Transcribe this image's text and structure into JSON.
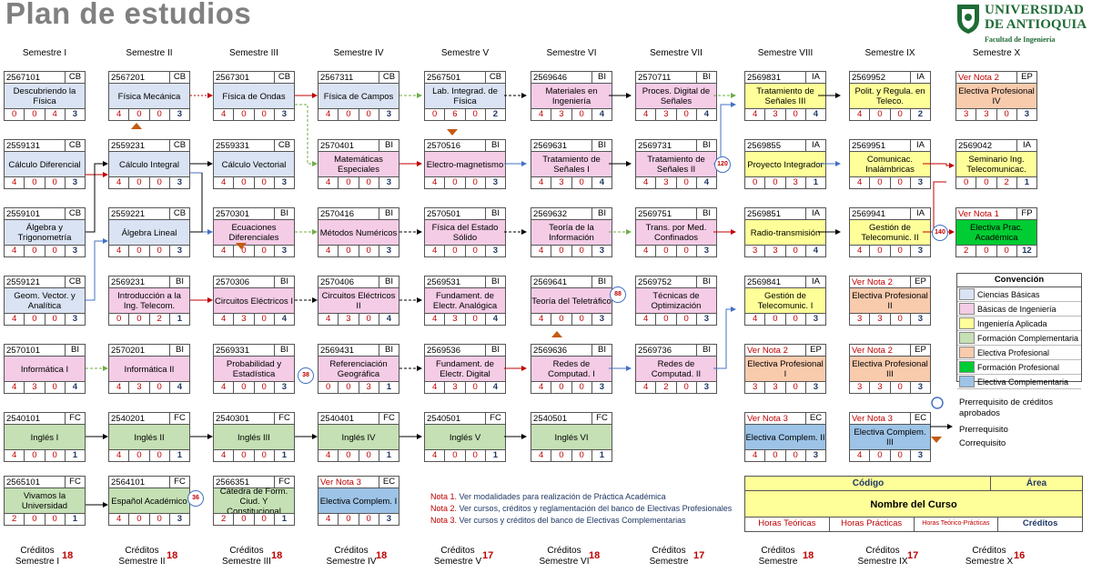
{
  "title": "Plan de estudios",
  "logo": {
    "line1": "UNIVERSIDAD",
    "line2": "DE ANTIOQUIA",
    "line3": "Facultad de Ingeniería"
  },
  "semesters": [
    "Semestre I",
    "Semestre II",
    "Semestre III",
    "Semestre IV",
    "Semestre V",
    "Semestre VI",
    "Semestre VII",
    "Semestre VIII",
    "Semestre IX",
    "Semestre X"
  ],
  "colors": {
    "CB": "#dae3f3",
    "BI": "#f4cce6",
    "IA": "#ffff99",
    "FC": "#c5e0b4",
    "EP": "#f8cbad",
    "FP": "#00cc33",
    "EC": "#9dc3e6",
    "requisite_arrow": "#4472c4",
    "corequisite_arrow": "#c55a11"
  },
  "columns": [
    [
      {
        "code": "2567101",
        "area": "CB",
        "name": "Descubriendo la Física",
        "hours": [
          "0",
          "0",
          "4",
          "3"
        ]
      },
      {
        "code": "2559131",
        "area": "CB",
        "name": "Cálculo Diferencial",
        "hours": [
          "4",
          "0",
          "0",
          "3"
        ]
      },
      {
        "code": "2559101",
        "area": "CB",
        "name": "Álgebra y Trigonometría",
        "hours": [
          "4",
          "0",
          "0",
          "3"
        ]
      },
      {
        "code": "2559121",
        "area": "CB",
        "name": "Geom. Vector. y Analítica",
        "hours": [
          "4",
          "0",
          "0",
          "3"
        ]
      },
      {
        "code": "2570101",
        "area": "BI",
        "name": "Informática I",
        "hours": [
          "4",
          "3",
          "0",
          "4"
        ]
      },
      {
        "code": "2540101",
        "area": "FC",
        "name": "Inglés I",
        "hours": [
          "4",
          "0",
          "0",
          "1"
        ]
      },
      {
        "code": "2565101",
        "area": "FC",
        "name": "Vivamos la Universidad",
        "hours": [
          "2",
          "0",
          "0",
          "1"
        ]
      }
    ],
    [
      {
        "code": "2567201",
        "area": "CB",
        "name": "Física Mecánica",
        "hours": [
          "4",
          "0",
          "0",
          "3"
        ]
      },
      {
        "code": "2559231",
        "area": "CB",
        "name": "Cálculo Integral",
        "hours": [
          "4",
          "0",
          "0",
          "3"
        ]
      },
      {
        "code": "2559221",
        "area": "CB",
        "name": "Álgebra Lineal",
        "hours": [
          "4",
          "0",
          "0",
          "3"
        ]
      },
      {
        "code": "2569231",
        "area": "BI",
        "name": "Introducción a la Ing. Telecom.",
        "hours": [
          "0",
          "0",
          "2",
          "1"
        ]
      },
      {
        "code": "2570201",
        "area": "BI",
        "name": "Informática II",
        "hours": [
          "4",
          "3",
          "0",
          "4"
        ]
      },
      {
        "code": "2540201",
        "area": "FC",
        "name": "Inglés II",
        "hours": [
          "4",
          "0",
          "0",
          "1"
        ]
      },
      {
        "code": "2564101",
        "area": "FC",
        "name": "Español Académico",
        "hours": [
          "4",
          "0",
          "0",
          "3"
        ]
      }
    ],
    [
      {
        "code": "2567301",
        "area": "CB",
        "name": "Física de Ondas",
        "hours": [
          "4",
          "0",
          "0",
          "3"
        ]
      },
      {
        "code": "2559331",
        "area": "CB",
        "name": "Cálculo Vectorial",
        "hours": [
          "4",
          "0",
          "0",
          "3"
        ]
      },
      {
        "code": "2570301",
        "area": "BI",
        "name": "Ecuaciones Diferenciales",
        "hours": [
          "4",
          "0",
          "0",
          "3"
        ]
      },
      {
        "code": "2570306",
        "area": "BI",
        "name": "Circuitos Eléctricos I",
        "hours": [
          "4",
          "3",
          "0",
          "4"
        ]
      },
      {
        "code": "2569331",
        "area": "BI",
        "name": "Probabilidad y Estadística",
        "hours": [
          "4",
          "0",
          "0",
          "3"
        ]
      },
      {
        "code": "2540301",
        "area": "FC",
        "name": "Inglés III",
        "hours": [
          "4",
          "0",
          "0",
          "1"
        ]
      },
      {
        "code": "2566351",
        "area": "FC",
        "name": "Cátedra de Form. Ciud. Y Constitucional",
        "hours": [
          "2",
          "0",
          "0",
          "1"
        ]
      }
    ],
    [
      {
        "code": "2567311",
        "area": "CB",
        "name": "Física de Campos",
        "hours": [
          "4",
          "0",
          "0",
          "3"
        ]
      },
      {
        "code": "2570401",
        "area": "BI",
        "name": "Matemáticas Especiales",
        "hours": [
          "4",
          "0",
          "0",
          "3"
        ]
      },
      {
        "code": "2570416",
        "area": "BI",
        "name": "Métodos Numéricos",
        "hours": [
          "4",
          "0",
          "0",
          "3"
        ]
      },
      {
        "code": "2570406",
        "area": "BI",
        "name": "Circuitos Eléctricos II",
        "hours": [
          "4",
          "3",
          "0",
          "4"
        ]
      },
      {
        "code": "2569431",
        "area": "BI",
        "name": "Referenciación Geográfica",
        "hours": [
          "0",
          "0",
          "3",
          "1"
        ]
      },
      {
        "code": "2540401",
        "area": "FC",
        "name": "Inglés IV",
        "hours": [
          "4",
          "0",
          "0",
          "1"
        ]
      },
      {
        "code": "Ver Nota 3",
        "area": "EC",
        "name": "Electiva Complem. I",
        "hours": [
          "4",
          "0",
          "0",
          "3"
        ]
      }
    ],
    [
      {
        "code": "2567501",
        "area": "CB",
        "name": "Lab. Integrad. de Física",
        "hours": [
          "0",
          "6",
          "0",
          "2"
        ]
      },
      {
        "code": "2570516",
        "area": "BI",
        "name": "Electro-magnetismo",
        "hours": [
          "4",
          "0",
          "0",
          "3"
        ]
      },
      {
        "code": "2570501",
        "area": "BI",
        "name": "Física del Estado Sólido",
        "hours": [
          "4",
          "0",
          "0",
          "3"
        ]
      },
      {
        "code": "2569531",
        "area": "BI",
        "name": "Fundament. de Electr. Analógica",
        "hours": [
          "4",
          "3",
          "0",
          "4"
        ]
      },
      {
        "code": "2569536",
        "area": "BI",
        "name": "Fundament. de Electr. Digital",
        "hours": [
          "4",
          "3",
          "0",
          "4"
        ]
      },
      {
        "code": "2540501",
        "area": "FC",
        "name": "Inglés V",
        "hours": [
          "4",
          "0",
          "0",
          "1"
        ]
      }
    ],
    [
      {
        "code": "2569646",
        "area": "BI",
        "name": "Materiales en Ingeniería",
        "hours": [
          "4",
          "3",
          "0",
          "4"
        ]
      },
      {
        "code": "2569631",
        "area": "BI",
        "name": "Tratamiento de Señales I",
        "hours": [
          "4",
          "3",
          "0",
          "4"
        ]
      },
      {
        "code": "2569632",
        "area": "BI",
        "name": "Teoría de la Información",
        "hours": [
          "4",
          "0",
          "0",
          "3"
        ]
      },
      {
        "code": "2569641",
        "area": "BI",
        "name": "Teoría del Teletráfico",
        "hours": [
          "4",
          "0",
          "0",
          "3"
        ]
      },
      {
        "code": "2569636",
        "area": "BI",
        "name": "Redes de Computad. I",
        "hours": [
          "4",
          "0",
          "0",
          "3"
        ]
      },
      {
        "code": "2540501",
        "area": "FC",
        "name": "Inglés VI",
        "hours": [
          "4",
          "0",
          "0",
          "1"
        ]
      }
    ],
    [
      {
        "code": "2570711",
        "area": "BI",
        "name": "Proces. Digital de Señales",
        "hours": [
          "4",
          "3",
          "0",
          "4"
        ]
      },
      {
        "code": "2569731",
        "area": "BI",
        "name": "Tratamiento de Señales II",
        "hours": [
          "4",
          "3",
          "0",
          "4"
        ]
      },
      {
        "code": "2569751",
        "area": "BI",
        "name": "Trans. por Med. Confinados",
        "hours": [
          "4",
          "0",
          "0",
          "3"
        ]
      },
      {
        "code": "2569752",
        "area": "BI",
        "name": "Técnicas de Optimización",
        "hours": [
          "4",
          "0",
          "0",
          "3"
        ]
      },
      {
        "code": "2569736",
        "area": "BI",
        "name": "Redes de Computad. II",
        "hours": [
          "4",
          "2",
          "0",
          "3"
        ]
      }
    ],
    [
      {
        "code": "2569831",
        "area": "IA",
        "name": "Tratamiento de Señales III",
        "hours": [
          "4",
          "3",
          "0",
          "4"
        ]
      },
      {
        "code": "2569855",
        "area": "IA",
        "name": "Proyecto Integrador",
        "hours": [
          "0",
          "0",
          "3",
          "1"
        ]
      },
      {
        "code": "2569851",
        "area": "IA",
        "name": "Radio-transmisión",
        "hours": [
          "3",
          "3",
          "0",
          "4"
        ]
      },
      {
        "code": "2569841",
        "area": "IA",
        "name": "Gestión de Telecomunic. I",
        "hours": [
          "4",
          "0",
          "0",
          "3"
        ]
      },
      {
        "code": "Ver Nota 2",
        "area": "EP",
        "name": "Electiva Profesional I",
        "hours": [
          "3",
          "3",
          "0",
          "3"
        ]
      },
      {
        "code": "Ver Nota 3",
        "area": "EC",
        "name": "Electiva Complem. II",
        "hours": [
          "4",
          "0",
          "0",
          "3"
        ]
      }
    ],
    [
      {
        "code": "2569952",
        "area": "IA",
        "name": "Polit. y Regula. en Teleco.",
        "hours": [
          "4",
          "0",
          "0",
          "2"
        ]
      },
      {
        "code": "2569951",
        "area": "IA",
        "name": "Comunicac. Inalámbricas",
        "hours": [
          "4",
          "0",
          "0",
          "3"
        ]
      },
      {
        "code": "2569941",
        "area": "IA",
        "name": "Gestión de Telecomunic. II",
        "hours": [
          "4",
          "0",
          "0",
          "3"
        ]
      },
      {
        "code": "Ver Nota 2",
        "area": "EP",
        "name": "Electiva Profesional II",
        "hours": [
          "3",
          "3",
          "0",
          "3"
        ]
      },
      {
        "code": "Ver Nota 2",
        "area": "EP",
        "name": "Electiva Profesional III",
        "hours": [
          "3",
          "3",
          "0",
          "3"
        ]
      },
      {
        "code": "Ver Nota 3",
        "area": "EC",
        "name": "Electiva Complem. III",
        "hours": [
          "4",
          "0",
          "0",
          "3"
        ]
      }
    ],
    [
      {
        "code": "Ver Nota 2",
        "area": "EP",
        "name": "Electiva Profesional IV",
        "hours": [
          "3",
          "3",
          "0",
          "3"
        ]
      },
      {
        "code": "2569042",
        "area": "IA",
        "name": "Seminario Ing. Telecomunicac.",
        "hours": [
          "0",
          "0",
          "2",
          "1"
        ]
      },
      {
        "code": "Ver Nota 1",
        "area": "FP",
        "name": "Electiva Prac. Académica",
        "hours": [
          "2",
          "0",
          "0",
          "12"
        ]
      }
    ]
  ],
  "notes": [
    {
      "label": "Nota 1",
      "text": "Ver modalidades para realización de Práctica Académica"
    },
    {
      "label": "Nota 2",
      "text": "Ver cursos, créditos y reglamentación del banco de Electivas Profesionales"
    },
    {
      "label": "Nota 3",
      "text": "Ver cursos y créditos del banco de Electivas Complementarias"
    }
  ],
  "credits_label": "Créditos",
  "credits": [
    {
      "sem": "Semestre I",
      "value": "18"
    },
    {
      "sem": "Semestre II",
      "value": "18"
    },
    {
      "sem": "Semestre III",
      "value": "18"
    },
    {
      "sem": "Semestre IV",
      "value": "18"
    },
    {
      "sem": "Semestre V",
      "value": "17"
    },
    {
      "sem": "Semestre VI",
      "value": "18"
    },
    {
      "sem": "Semestre",
      "value": "17"
    },
    {
      "sem": "Semestre",
      "value": "18"
    },
    {
      "sem": "Semestre IX",
      "value": "17"
    },
    {
      "sem": "Semestre X",
      "value": "16"
    }
  ],
  "legend": {
    "title": "Convención",
    "items": [
      {
        "label": "Ciencias Básicas",
        "color": "#dae3f3"
      },
      {
        "label": "Básicas de Ingeniería",
        "color": "#f4cce6"
      },
      {
        "label": "Ingeniería Aplicada",
        "color": "#ffff99"
      },
      {
        "label": "Formación Complementaria",
        "color": "#c5e0b4"
      },
      {
        "label": "Electiva Profesional",
        "color": "#f8cbad"
      },
      {
        "label": "Formación Profesional",
        "color": "#00cc33"
      },
      {
        "label": "Electiva Complementaria",
        "color": "#9dc3e6"
      }
    ],
    "prereq_credits": "Prerrequisito de créditos aprobados",
    "prereq": "Prerrequisito",
    "coreq": "Correquisito"
  },
  "key": {
    "code": "Código",
    "area": "Área",
    "name": "Nombre del Curso",
    "ht": "Horas Teóricas",
    "hp": "Horas Prácticas",
    "htp": "Horas Teórico-Prácticas",
    "cr": "Créditos"
  },
  "credit_circles": [
    "120",
    "140",
    "88",
    "38",
    "36"
  ]
}
